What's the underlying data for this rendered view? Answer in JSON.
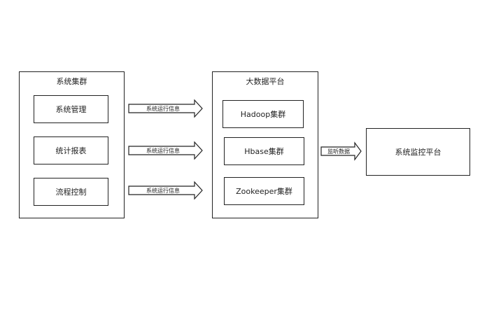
{
  "system_cluster": {
    "title": "系统集群",
    "items": [
      "系统管理",
      "统计报表",
      "流程控制"
    ]
  },
  "connections": {
    "system_to_bigdata": [
      "系统运行信息",
      "系统运行信息",
      "系统运行信息"
    ],
    "bigdata_to_monitor": "监听数据"
  },
  "bigdata_platform": {
    "title": "大数据平台",
    "items": [
      "Hadoop集群",
      "Hbase集群",
      "Zookeeper集群"
    ]
  },
  "monitor_platform": {
    "title": "系统监控平台"
  }
}
